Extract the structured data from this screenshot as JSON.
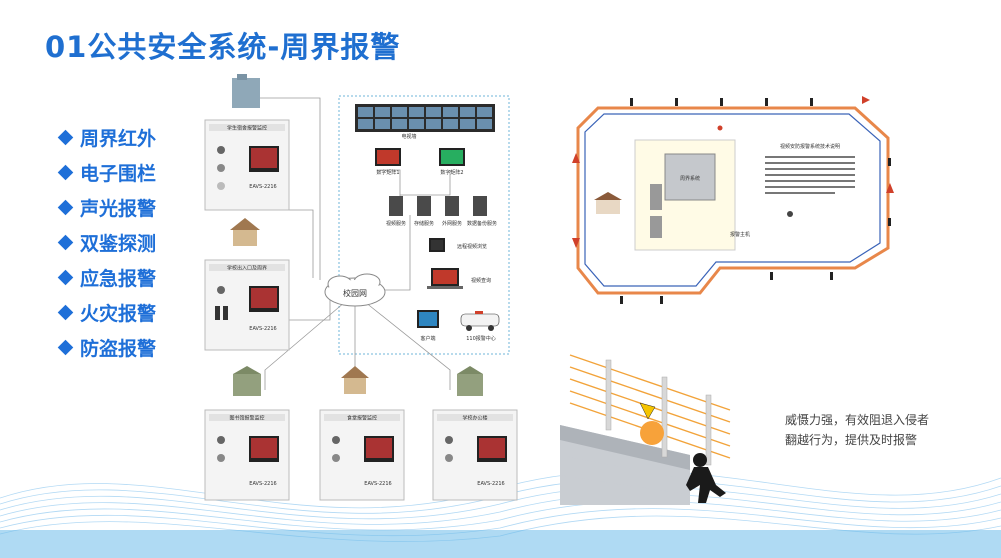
{
  "slide": {
    "title": "01公共安全系统-周界报警",
    "features": [
      "周界红外",
      "电子围栏",
      "声光报警",
      "双鉴探测",
      "应急报警",
      "火灾报警",
      "防盗报警"
    ],
    "caption_line1": "威慑力强，有效阻退入侵者",
    "caption_line2": "翻越行为，提供及时报警"
  },
  "diagram": {
    "campus_network": "校园网",
    "big_screen": "电视墙",
    "workstation1": "数字矩阵1",
    "workstation2": "数字矩阵2",
    "server1": "视频服务",
    "server2": "存储服务",
    "server3": "外网服务",
    "server4": "数据备份服务",
    "remote_browse": "远程视频浏览",
    "mobile_view": "视频查询",
    "client": "客户端",
    "police": "110报警中心",
    "node_top_left": "学生宿舍报警监控",
    "node_mid_left": "学校出入口及周界",
    "node_bottom_1": "图书馆报警监控",
    "node_bottom_2": "食堂报警监控",
    "node_bottom_3": "学校办公楼",
    "device_model": "EAVS-2216"
  },
  "perimeter": {
    "inner_title": "周界系统",
    "legend_title": "视频安防报警系统技术说明",
    "alarm_label": "报警主机"
  },
  "colors": {
    "title": "#1f6fd0",
    "feature": "#1e6fd8",
    "track_orange": "#e8874a",
    "track_blue": "#3a63b8",
    "arrow_red": "#d0402a"
  }
}
